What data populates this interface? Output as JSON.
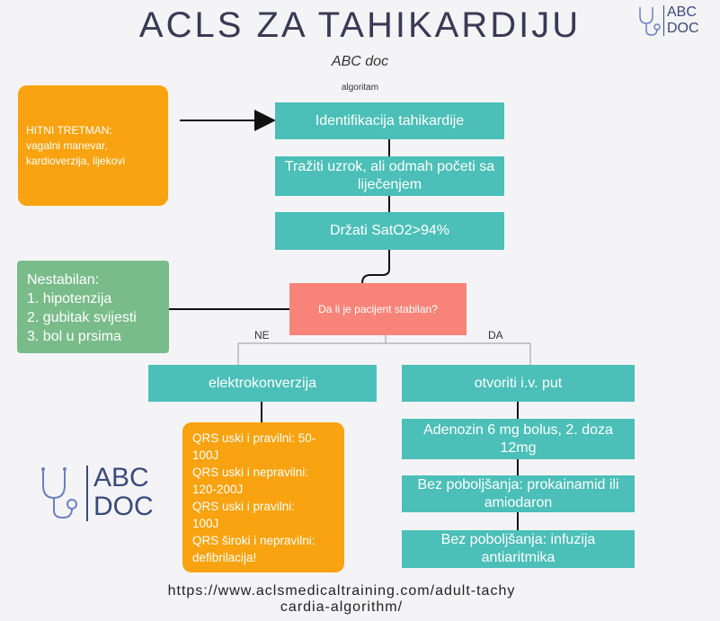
{
  "title": "ACLS  ZA  TAHIKARDIJU",
  "subtitle": "ABC doc",
  "caption": "algoritam",
  "logo": {
    "line1": "ABC",
    "line2": "DOC"
  },
  "urgent": {
    "heading": "HITNI TRETMAN:",
    "lines": [
      "vagalni manevar,",
      "kardioverzija, lijekovi"
    ]
  },
  "steps": {
    "identify": "Identifikacija tahikardije",
    "cause": "Tražiti uzrok, ali odmah početi sa liječenjem",
    "sat": "Držati SatO2>94%"
  },
  "unstable": {
    "heading": "Nestabilan:",
    "items": [
      "1. hipotenzija",
      "2. gubitak svijesti",
      "3. bol u prsima"
    ]
  },
  "decision": "Da li je pacijent stabilan?",
  "branch": {
    "no": "NE",
    "yes": "DA"
  },
  "left_branch": {
    "action": "elektrokonverzija",
    "energy_lines": [
      "QRS uski i pravilni: 50-",
      "100J",
      "QRS uski i nepravilni:",
      "120-200J",
      "QRS  uski i pravilni:",
      "100J",
      "QRS široki i nepravilni:",
      "defibrilacija!"
    ]
  },
  "right_branch": {
    "action": "otvoriti i.v. put",
    "adenosine": "Adenozin 6 mg bolus, 2. doza 12mg",
    "no_improve_1": "Bez poboljšanja: prokainamid ili amiodaron",
    "no_improve_2": "Bez poboljšanja: infuzija antiaritmika"
  },
  "url": "https://www.aclsmedicaltraining.com/adult-tachycardia-algorithm/",
  "colors": {
    "teal": "#4bbfb8",
    "orange": "#f8a30f",
    "green": "#79bc8a",
    "salmon": "#f88479",
    "title": "#3b3a55"
  }
}
